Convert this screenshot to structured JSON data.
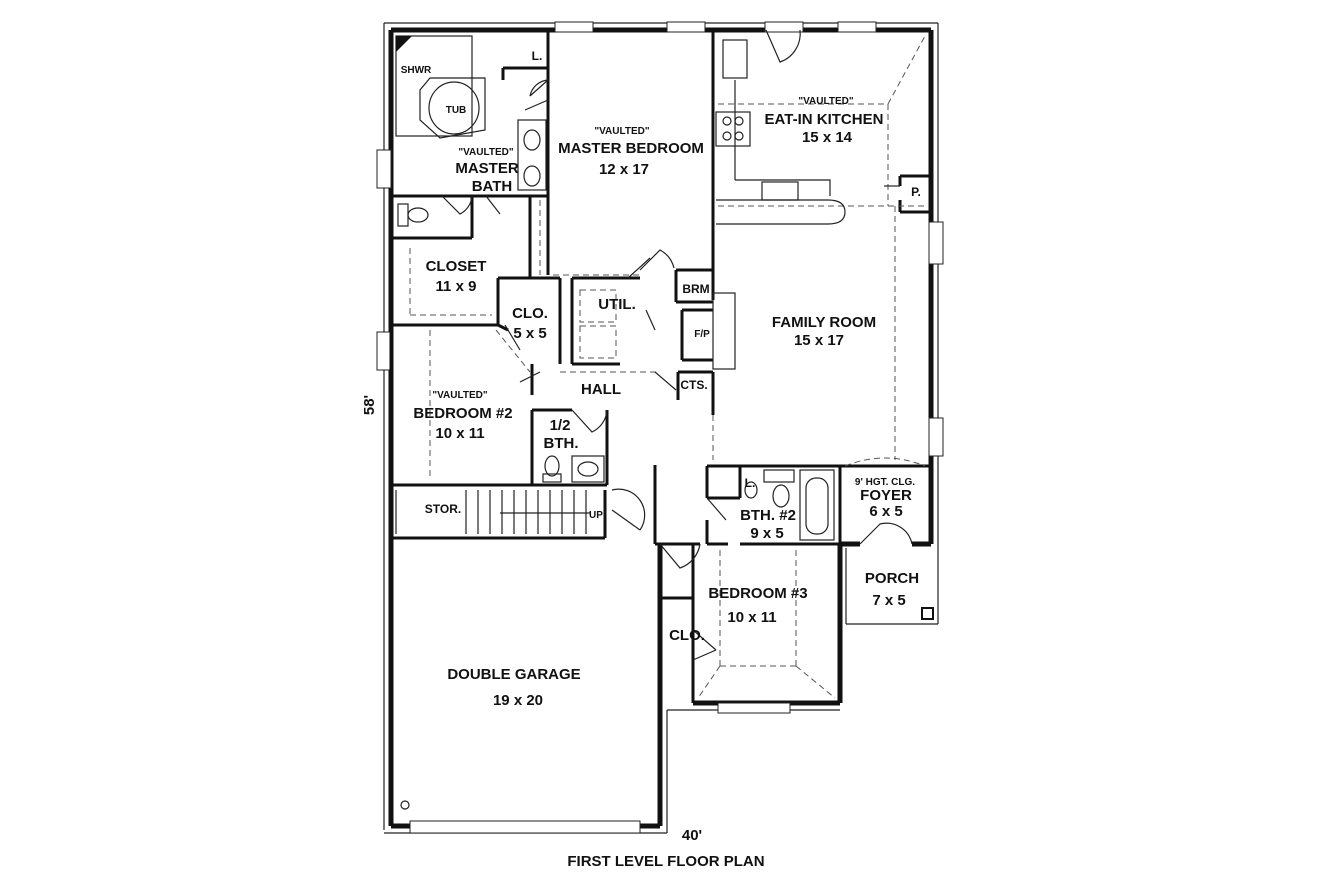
{
  "plan": {
    "title": "FIRST LEVEL FLOOR PLAN",
    "width_dim": "40'",
    "depth_dim": "58'"
  },
  "rooms": {
    "master_bedroom": {
      "vaulted": "\"VAULTED\"",
      "name": "MASTER BEDROOM",
      "size": "12 x 17"
    },
    "master_bath": {
      "vaulted": "\"VAULTED\"",
      "name1": "MASTER",
      "name2": "BATH"
    },
    "eat_in_kitchen": {
      "vaulted": "\"VAULTED\"",
      "name": "EAT-IN KITCHEN",
      "size": "15 x 14"
    },
    "closet": {
      "name": "CLOSET",
      "size": "11 x 9"
    },
    "clo_small": {
      "name": "CLO.",
      "size": "5 x 5"
    },
    "util": {
      "name": "UTIL."
    },
    "brm": {
      "name": "BRM"
    },
    "fp": {
      "name": "F/P"
    },
    "family_room": {
      "name": "FAMILY ROOM",
      "size": "15 x 17"
    },
    "cts": {
      "name": "CTS."
    },
    "hall": {
      "name": "HALL"
    },
    "bedroom2": {
      "vaulted": "\"VAULTED\"",
      "name": "BEDROOM #2",
      "size": "10 x 11"
    },
    "half_bath": {
      "name1": "1/2",
      "name2": "BTH."
    },
    "stor": {
      "name": "STOR."
    },
    "up": {
      "name": "UP"
    },
    "bath2": {
      "name": "BTH. #2",
      "size": "9 x 5"
    },
    "linen": {
      "name": "L."
    },
    "linen_top": {
      "name": "L."
    },
    "foyer": {
      "ceiling": "9' HGT. CLG.",
      "name": "FOYER",
      "size": "6 x 5"
    },
    "porch": {
      "name": "PORCH",
      "size": "7 x 5"
    },
    "bedroom3": {
      "name": "BEDROOM #3",
      "size": "10 x 11"
    },
    "clo_bed3": {
      "name": "CLO."
    },
    "garage": {
      "name": "DOUBLE GARAGE",
      "size": "19 x 20"
    },
    "pantry": {
      "name": "P."
    },
    "tub": {
      "name": "TUB"
    },
    "shwr": {
      "name": "SHWR"
    }
  }
}
